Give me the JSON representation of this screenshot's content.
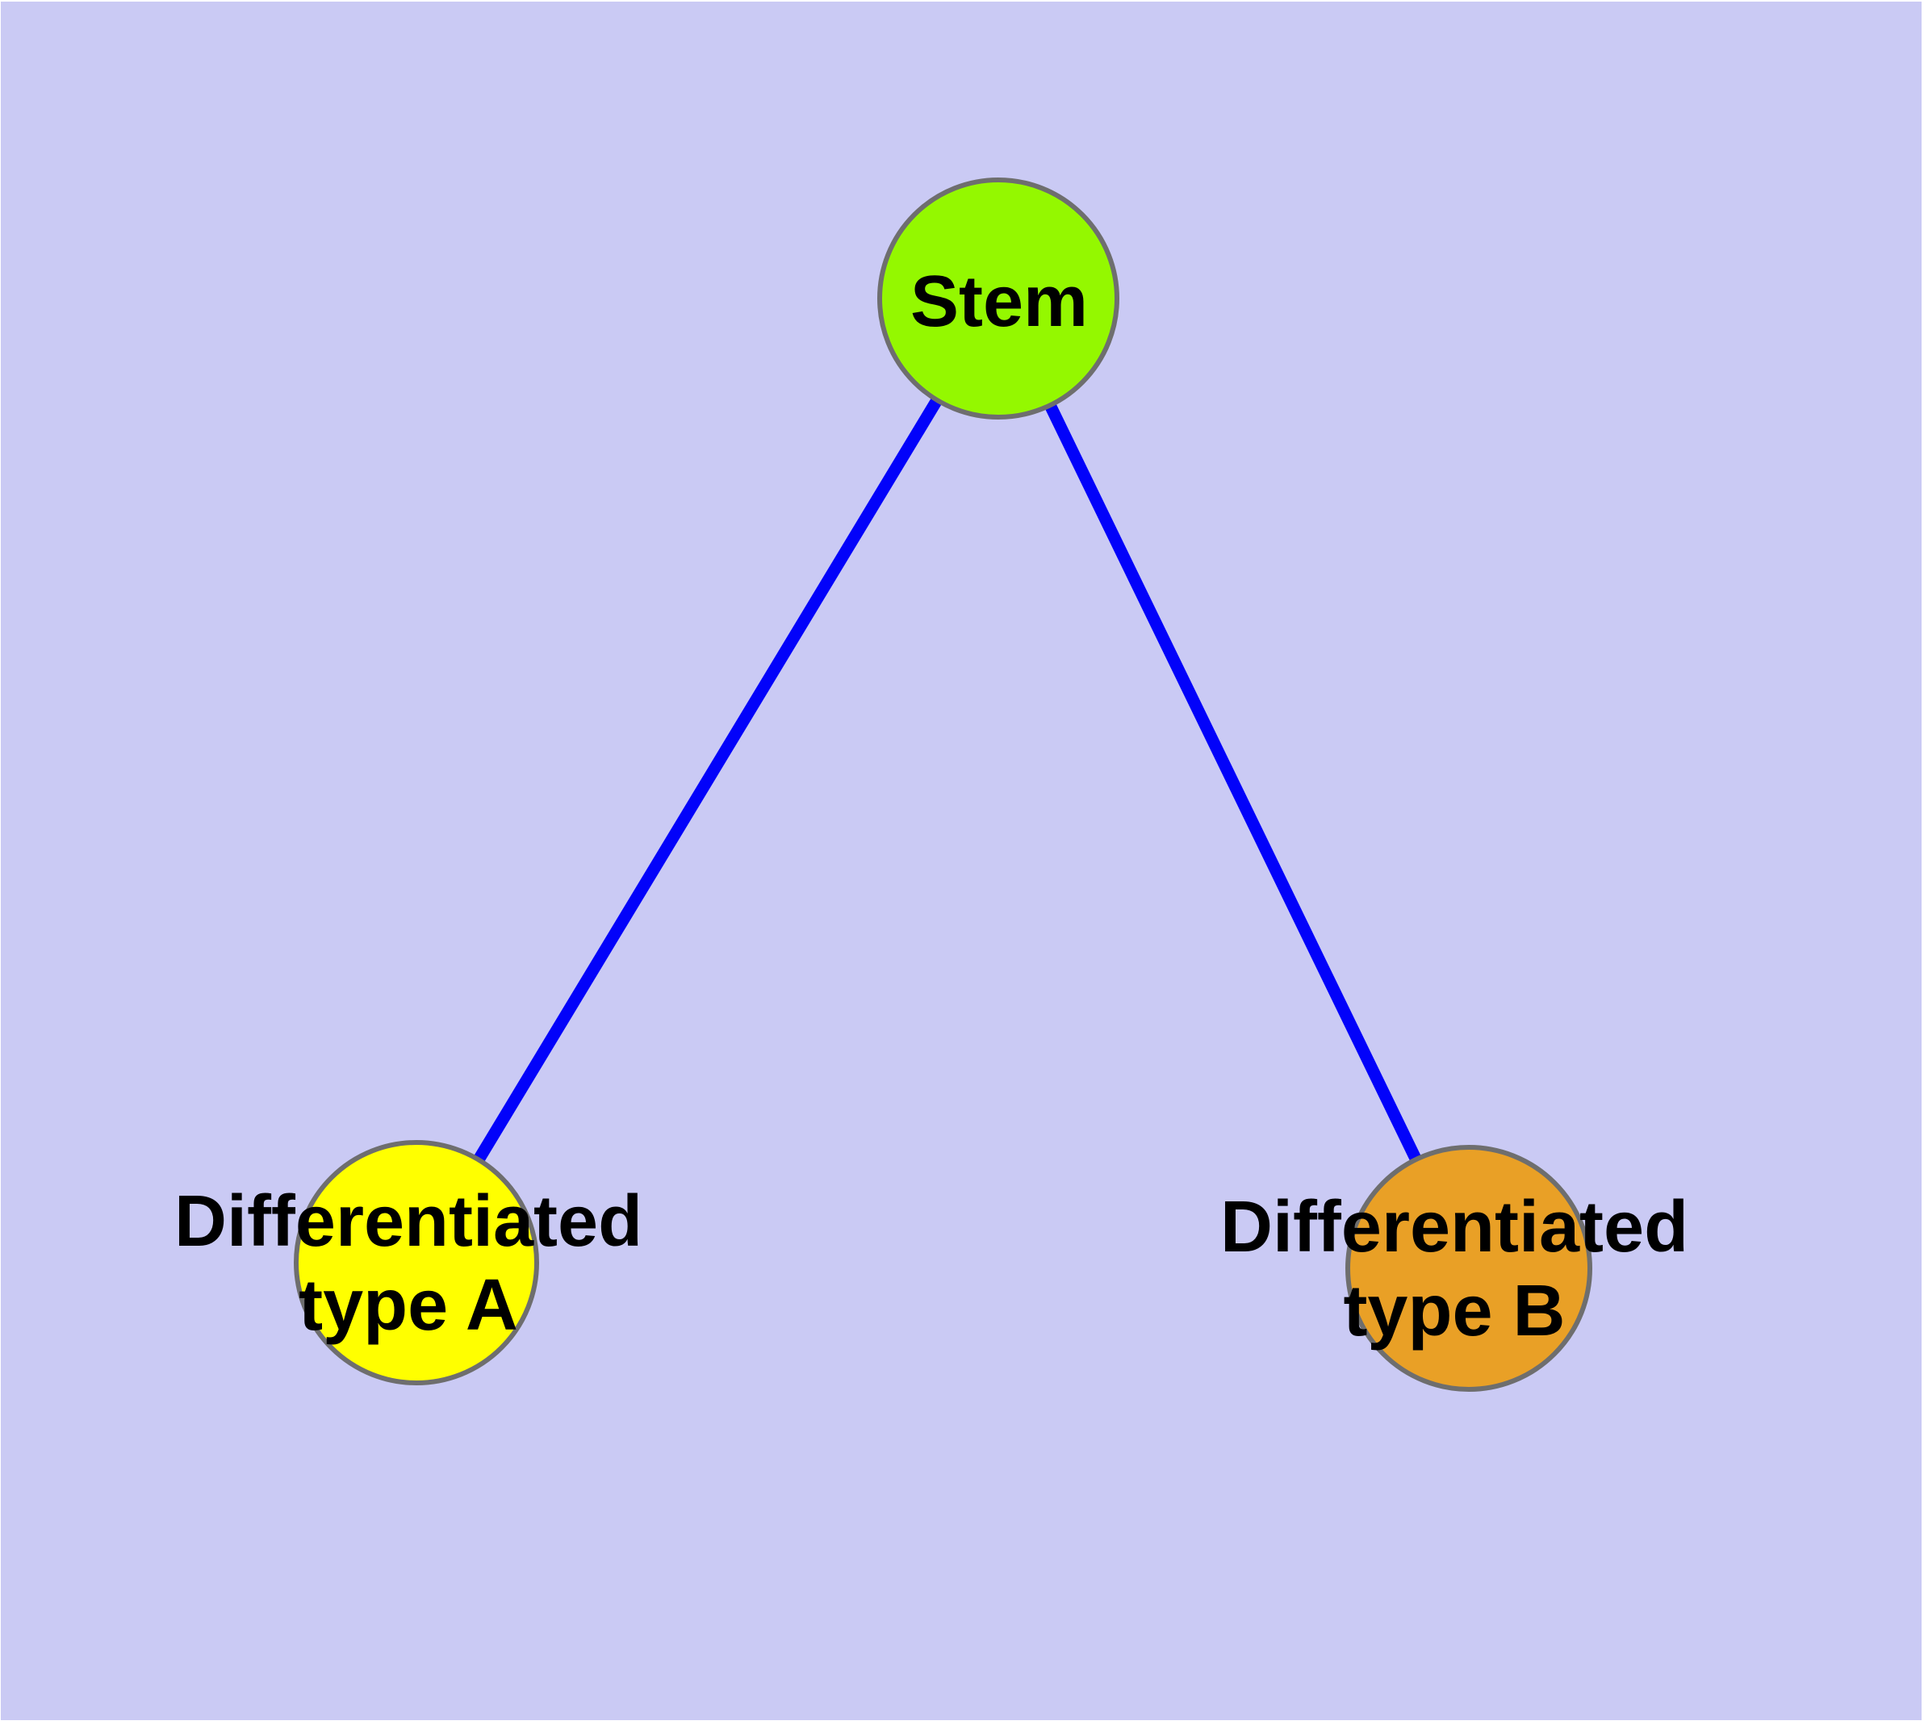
{
  "diagram": {
    "type": "node-link-graph",
    "title": "",
    "colors": {
      "background": "#CACAF4",
      "edge": "#0202FA",
      "node_border": "#6E6E6E",
      "label_text": "#000000",
      "stem_fill": "#94F800",
      "type_a_fill": "#FFFF00",
      "type_b_fill": "#E9A026"
    },
    "nodes": [
      {
        "id": "stem",
        "label": "Stem",
        "fill": "#94F800"
      },
      {
        "id": "differentiated-type-a",
        "label": "Differentiated type A",
        "label_line1": "Differentiated",
        "label_line2": "type A",
        "fill": "#FFFF00"
      },
      {
        "id": "differentiated-type-b",
        "label": "Differentiated type B",
        "label_line1": "Differentiated",
        "label_line2": "type B",
        "fill": "#E9A026"
      }
    ],
    "edges": [
      {
        "from": "Stem",
        "to": "Differentiated type A"
      },
      {
        "from": "Stem",
        "to": "Differentiated type B"
      }
    ]
  }
}
